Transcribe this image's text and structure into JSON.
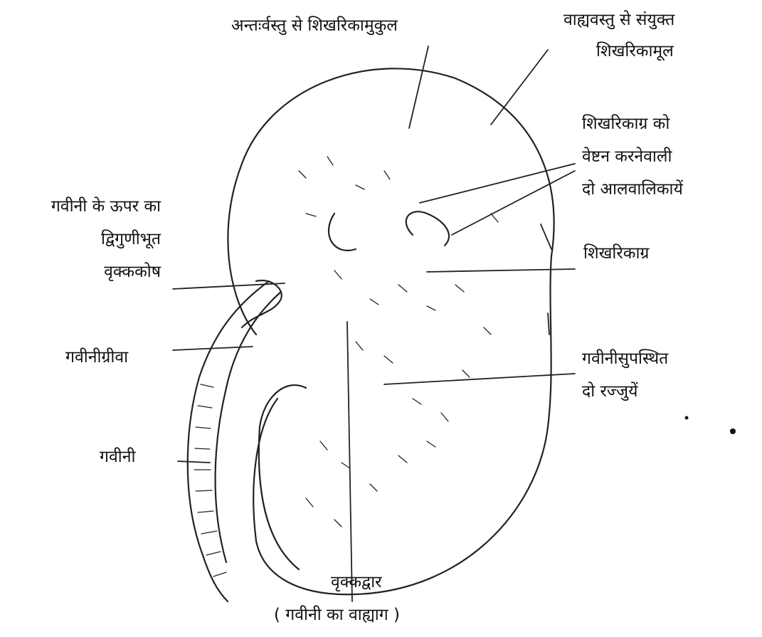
{
  "diagram": {
    "labels": {
      "top_center": "अन्तःर्वस्तु से शिखरिकामुकुल",
      "top_right_line1": "वाह्यवस्तु से संयुक्त",
      "top_right_line2": "शिखरिकामूल",
      "right_1_line1": "शिखरिकाग्र को",
      "right_1_line2": "वेष्टन करनेवाली",
      "right_1_line3": "दो आलवालिकायें",
      "right_2": "शिखरिकाग्र",
      "right_3_line1": "गवीनीसुपस्थित",
      "right_3_line2": "दो रज्जुयें",
      "left_1_line1": "गवीनी के ऊपर का",
      "left_1_line2": "द्विगुणीभूत",
      "left_1_line3": "वृक्ककोष",
      "left_2": "गवीनीग्रीवा",
      "left_3": "गवीनी",
      "bottom_line1": "वृक्कद्वार",
      "bottom_line2": "( गवीनी का वाह्याग )"
    }
  }
}
